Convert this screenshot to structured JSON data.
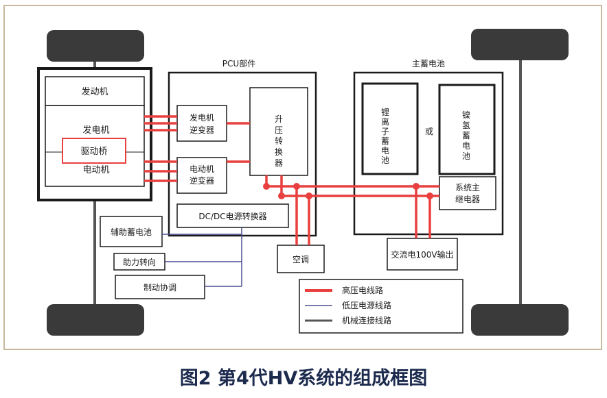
{
  "caption": "图2 第4代HV系统的组成框图",
  "labels": {
    "engine_block": "发动机",
    "generator": "发电机",
    "drive_axle": "驱动桥",
    "motor": "电动机",
    "pcu_title": "PCU部件",
    "gen_inverter": [
      "发电机",
      "逆变器"
    ],
    "mot_inverter": [
      "电动机",
      "逆变器"
    ],
    "boost_converter": "升压转换器",
    "dcdc": "DC/DC电源转换器",
    "main_battery_title": "主蓄电池",
    "li_battery": "锂离子蓄电池",
    "or_text": "或",
    "nimh_battery": "镍氢蓄电池",
    "relay": [
      "系统主",
      "继电器"
    ],
    "aux_battery": "辅助蓄电池",
    "power_steering": "助力转向",
    "brake": "制动协调",
    "ac": "空调",
    "ac100v": "交流电100V输出"
  },
  "legend": [
    {
      "label": "高压电线路",
      "color": "#e8403e"
    },
    {
      "label": "低压电源线路",
      "color": "#4a4f8f"
    },
    {
      "label": "机械连接线路",
      "color": "#555555"
    }
  ],
  "colors": {
    "frame": "#c7b89e",
    "high_voltage": "#e8403e",
    "low_voltage": "#4a4f8f",
    "mechanical": "#555555"
  }
}
